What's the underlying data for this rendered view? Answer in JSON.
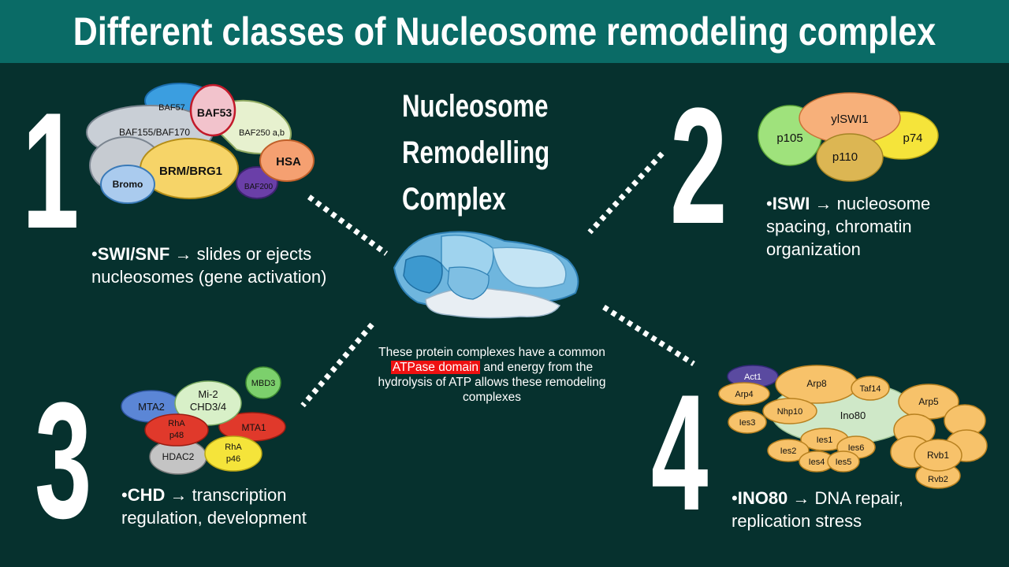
{
  "title": "Different classes of Nucleosome remodeling complex",
  "center": {
    "title_lines": [
      "Nucleosome",
      "Remodelling",
      "Complex"
    ],
    "text_before": "These protein complexes have a common ",
    "text_highlight": "ATPase domain",
    "text_after": " and energy from the hydrolysis of ATP allows these remodeling complexes"
  },
  "classes": [
    {
      "number": "1",
      "name": "SWI/SNF",
      "arrow": "→",
      "description": "slides or ejects nucleosomes (gene activation)",
      "subunits": [
        "BAF57",
        "BAF53",
        "BAF155/BAF170",
        "BAF250 a,b",
        "HSA",
        "BRM/BRG1",
        "Bromo",
        "BAF200"
      ]
    },
    {
      "number": "2",
      "name": "ISWI",
      "arrow": "→",
      "description": "nucleosome spacing, chromatin organization",
      "subunits": [
        "p105",
        "ylSWI1",
        "p74",
        "p110"
      ]
    },
    {
      "number": "3",
      "name": "CHD",
      "arrow": "→",
      "description": "transcription regulation, development",
      "subunits": [
        "MTA2",
        "Mi-2",
        "CHD3/4",
        "MBD3",
        "RhA",
        "p48",
        "MTA1",
        "HDAC2",
        "RhA",
        "p46"
      ]
    },
    {
      "number": "4",
      "name": "INO80",
      "arrow": "→",
      "description": "DNA repair, replication stress",
      "subunits": [
        "Act1",
        "Arp4",
        "Arp8",
        "Taf14",
        "Nhp10",
        "Ino80",
        "Arp5",
        "Ies3",
        "Ies1",
        "Ies2",
        "Ies6",
        "Ies4",
        "Ies5",
        "Rvb1",
        "Rvb2"
      ]
    }
  ],
  "colors": {
    "background": "#06312e",
    "header": "#0a6b66",
    "highlight": "#ee1111"
  }
}
